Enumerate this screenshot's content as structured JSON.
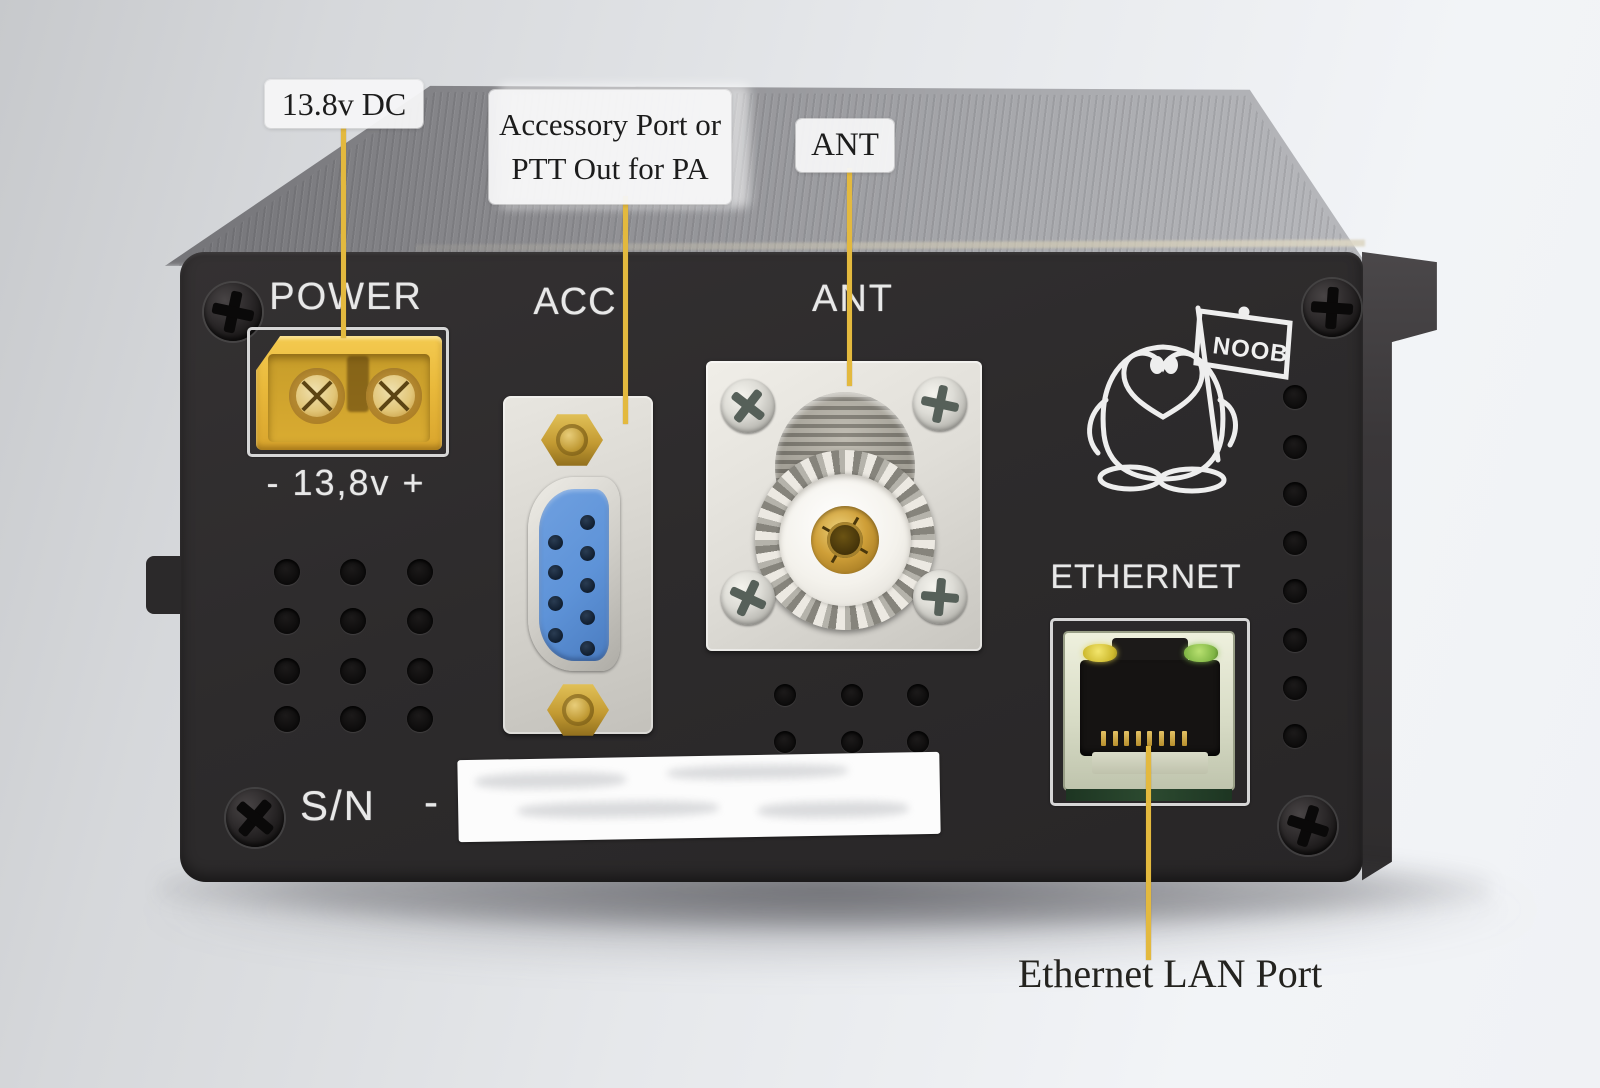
{
  "callouts": {
    "power": {
      "label": "13.8v DC"
    },
    "accessory": {
      "line1": "Accessory Port or",
      "line2": "PTT Out for PA"
    },
    "antenna": {
      "label": "ANT"
    },
    "ethernet": {
      "label": "Ethernet LAN Port"
    }
  },
  "panel": {
    "power_label": "POWER",
    "power_voltage": "- 13,8v +",
    "acc_label": "ACC",
    "ant_label": "ANT",
    "ethernet_label": "ETHERNET",
    "serial_label": "S/N",
    "serial_dash": "-",
    "noob_flag": "NOOB"
  },
  "colors": {
    "leader_line": "#E3B93E",
    "panel_black": "#2D2B2C",
    "xt60_yellow": "#E9B93B",
    "db9_blue": "#5E93D8",
    "led_yellow": "#D8C83E",
    "led_green": "#8FC24A",
    "callout_bg": "#F5F5F6"
  }
}
